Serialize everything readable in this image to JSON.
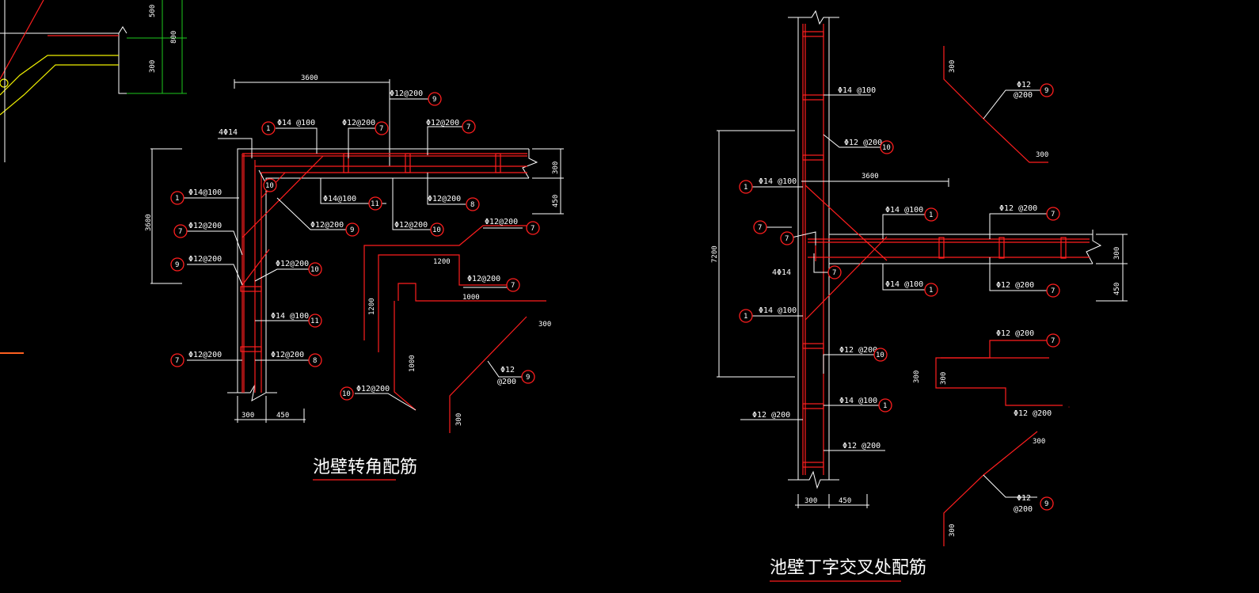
{
  "colors": {
    "background": "#000000",
    "rebar": "#ff1e1e",
    "line": "#ffffff",
    "dim_green": "#1ec81e",
    "partial_yellow": "#f0f000"
  },
  "partial": {
    "dim_500": "500",
    "dim_800": "800",
    "dim_300": "300"
  },
  "corner": {
    "title": "池壁转角配筋",
    "dims": {
      "top_3600": "3600",
      "left_3600": "3600",
      "right_300": "300",
      "right_450": "450",
      "bot_300": "300",
      "bot_450": "450"
    },
    "labels": {
      "l_4phi14": "4Φ14",
      "l_phi14_100_top": "Φ14 @100",
      "l_phi12_200_top": "Φ12@200",
      "l_phi12_200_9": "Φ12@200",
      "l_phi12_200_7r": "Φ12@200",
      "l_phi14_100_11": "Φ14@100",
      "l_phi12_200_8": "Φ12@200",
      "l_phi12_200_9b": "Φ12@200",
      "l_phi12_200_10b": "Φ12@200",
      "l_phi14_100_left": "Φ14@100",
      "l_phi12_200_7left": "Φ12@200",
      "l_phi12_200_9left": "Φ12@200",
      "l_phi12_200_10left": "Φ12@200",
      "l_phi14_100_11left": "Φ14 @100",
      "l_phi12_200_8left": "Φ12@200",
      "l_phi12_200_7bl": "Φ12@200",
      "d_1200a": "1200",
      "d_1200b": "1200",
      "d_1000a": "1000",
      "d_1000b": "1000",
      "s_phi12_200_7a": "Φ12@200",
      "s_phi12_200_7b": "Φ12@200",
      "s_phi12_200_10": "Φ12@200",
      "s_300a": "300",
      "s_300b": "300",
      "s_phi12": "Φ12",
      "s_200": "@200"
    },
    "circles": {
      "c1a": "1",
      "c7a": "7",
      "c7b": "7",
      "c9a": "9",
      "c10a": "10",
      "c11a": "11",
      "c8a": "8",
      "c9b": "9",
      "c10b": "10",
      "c1b": "1",
      "c7c": "7",
      "c9c": "9",
      "c10c": "10",
      "c11b": "11",
      "c8b": "8",
      "c7d": "7",
      "c7e": "7",
      "c7f": "7",
      "c10d": "10",
      "c9d": "9"
    }
  },
  "tjunction": {
    "title": "池壁丁字交叉处配筋",
    "dims": {
      "h_3600": "3600",
      "v_7200": "7200",
      "r_300": "300",
      "r_450": "450",
      "b_300": "300",
      "b_450": "450"
    },
    "labels": {
      "t_phi14_100a": "Φ14 @100",
      "t_phi12_200_10": "Φ12 @200",
      "t_phi14_100_left": "Φ14 @100",
      "t_phi14_100_r1": "Φ14 @100",
      "t_phi12_200_r7": "Φ12 @200",
      "t_4phi14": "4Φ14",
      "t_phi14_100_r1b": "Φ14 @100",
      "t_phi12_200_r7b": "Φ12 @200",
      "t_phi14_100_left2": "Φ14 @100",
      "t_phi12_200_10b": "Φ12 @200",
      "t_phi14_100_1c": "Φ14 @100",
      "t_phi12_200_left": "Φ12 @200",
      "t_phi12_200_bot": "Φ12 @200",
      "s_300a": "300",
      "s_phi12a": "Φ12",
      "s_200a": "@200",
      "s_300b": "300",
      "s_phi12_200_7a": "Φ12 @200",
      "s_300c": "300",
      "s_300d": "300",
      "s_phi12_200_7b": "Φ12 @200",
      "s_300e": "300",
      "s_phi12b": "Φ12",
      "s_200b": "@200",
      "s_300f": "300"
    },
    "circles": {
      "c9a": "9",
      "c10a": "10",
      "c1a": "1",
      "c7a": "7",
      "c7b": "7",
      "c1b": "1",
      "c7c": "7",
      "c1c": "1",
      "c7d": "7",
      "c1d": "1",
      "c10b": "10",
      "c1e": "1",
      "c7e": "7",
      "c7f": "7",
      "c9b": "9"
    }
  }
}
